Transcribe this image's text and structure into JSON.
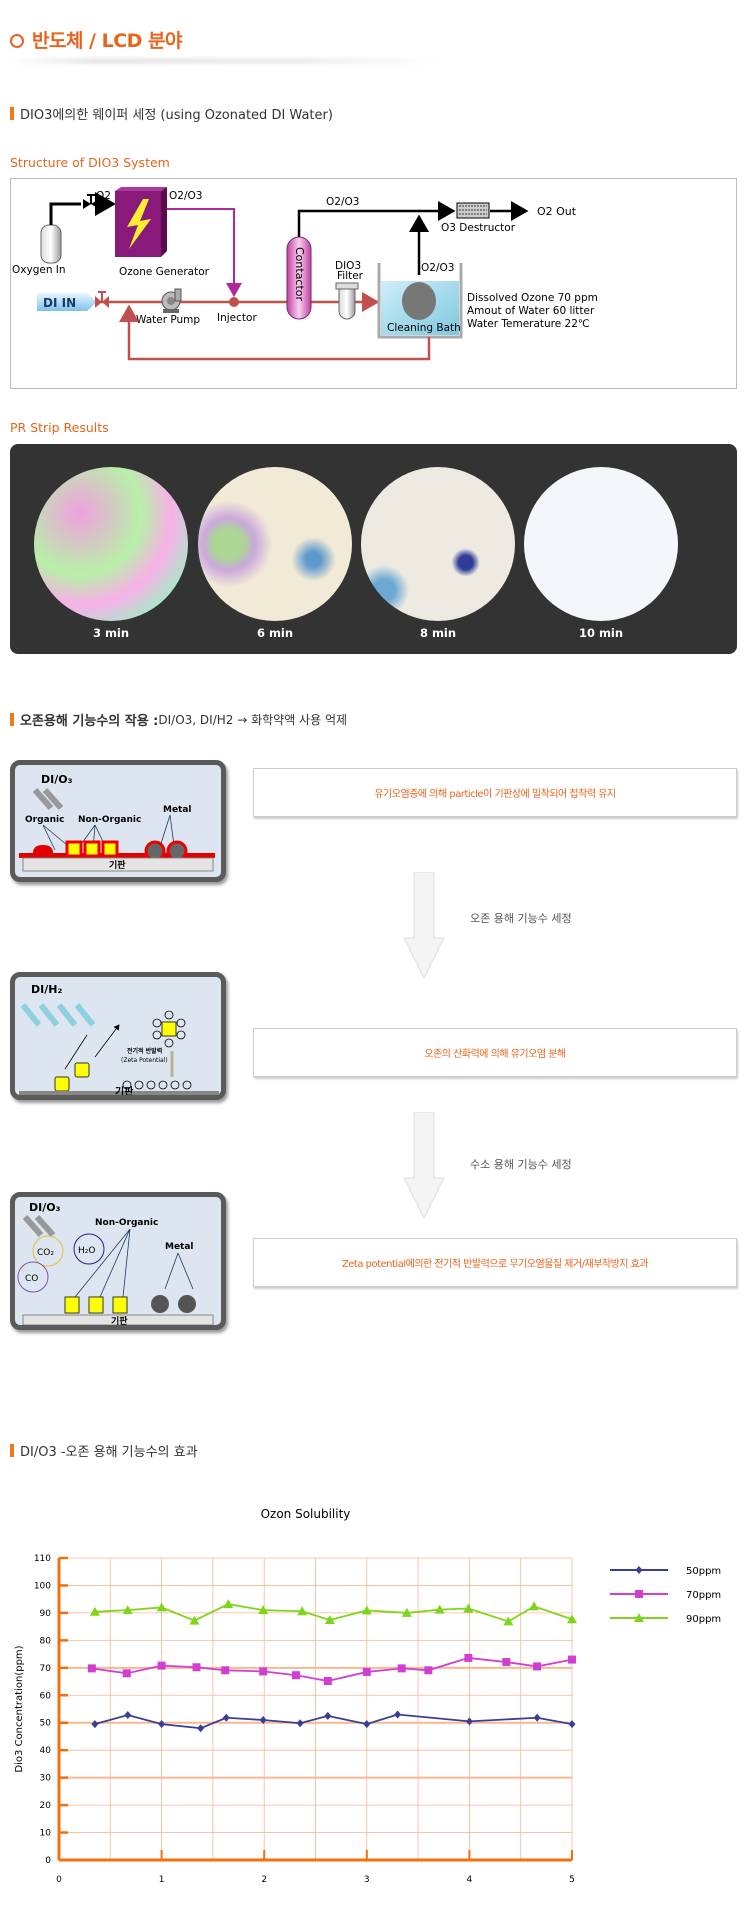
{
  "page_title": "반도체 / LCD 분야",
  "section1": {
    "title": "DIO3에의한 웨이퍼 세정 (using Ozonated DI Water)",
    "structure_title": "Structure of DIO3 System",
    "diagram": {
      "o2": "O2",
      "o2o3_gen": "O2/O3",
      "oxygen_in": "Oxygen In",
      "ozone_generator": "Ozone  Generator",
      "di_in": "DI IN",
      "water_pump": "Water Pump",
      "injector": "Injector",
      "contactor": "Contactor",
      "filter_line1": "DIO3",
      "filter_line2": "Filter",
      "o2o3_top": "O2/O3",
      "o3_destructor": "O3 Destructor",
      "o2_out": "O2 Out",
      "o2o3_bath": "O2/O3",
      "cleaning_bath": "Cleaning Bath",
      "spec1": "Dissolved Ozone 70 ppm",
      "spec2": "Amout of Water  60 litter",
      "spec3": "Water Temerature  22℃"
    },
    "pr_title": "PR Strip Results",
    "pr_results": [
      {
        "label": "3 min"
      },
      {
        "label": "6 min"
      },
      {
        "label": "8 min"
      },
      {
        "label": "10 min"
      }
    ]
  },
  "section2": {
    "title_bold": "오존용해 기능수의 작용 :",
    "title_rest": " DI/O3, DI/H2 → 화학약액 사용 억제",
    "panel1": {
      "agent": "DI/O₃",
      "organic": "Organic",
      "non_organic": "Non-Organic",
      "metal": "Metal",
      "substrate": "기판"
    },
    "panel2": {
      "agent": "DI/H₂",
      "zeta_kr": "전기적 반발력",
      "zeta_en": "(Zeta Potential)",
      "substrate": "기판"
    },
    "panel3": {
      "agent": "DI/O₃",
      "co2": "CO₂",
      "h2o": "H₂O",
      "co": "CO",
      "non_organic": "Non-Organic",
      "metal": "Metal",
      "substrate": "기판"
    },
    "box1": "유기오염층에 의해 particle이 기판상에 밀착되어  접착력 유지",
    "step1": "오존 용해 기능수 세정",
    "box2": "오존의 산화력에 의해 유기오염 분해",
    "step2": "수소 용해  기능수 세정",
    "box3": "Zeta potential에의한 전기적 반발력으로 무기오염물질 제거/재부착방지 효과"
  },
  "section3": {
    "title": "DI/O3 -오존 용해 기능수의 효과"
  },
  "chart_data": {
    "type": "line",
    "title": "Ozon Solubility",
    "xlabel": "",
    "ylabel": "Dio3 Concentration(ppm)",
    "xlim": [
      0,
      5
    ],
    "ylim": [
      0,
      110
    ],
    "xticks": [
      0,
      1,
      2,
      3,
      4,
      5
    ],
    "yticks": [
      0,
      10,
      20,
      30,
      40,
      50,
      60,
      70,
      80,
      90,
      100,
      110
    ],
    "grid": true,
    "legend": "right",
    "series": [
      {
        "name": "50ppm",
        "color": "#3a3f95",
        "marker": "diamond",
        "x": [
          0.35,
          0.67,
          1.0,
          1.38,
          1.63,
          1.99,
          2.35,
          2.62,
          3.0,
          3.3,
          4.0,
          4.66,
          5.0
        ],
        "y": [
          49.5,
          52.8,
          49.5,
          48,
          51.8,
          51,
          49.8,
          52.5,
          49.5,
          53,
          50.5,
          51.8,
          49.5
        ]
      },
      {
        "name": "70ppm",
        "color": "#d03fd0",
        "marker": "square",
        "x": [
          0.32,
          0.66,
          1.0,
          1.34,
          1.62,
          1.99,
          2.31,
          2.62,
          3.0,
          3.34,
          3.6,
          3.99,
          4.36,
          4.66,
          5.0
        ],
        "y": [
          69.8,
          68,
          70.8,
          70.2,
          69.1,
          68.7,
          67.3,
          65.2,
          68.5,
          69.8,
          69.1,
          73.6,
          72.1,
          70.5,
          73
        ]
      },
      {
        "name": "90ppm",
        "color": "#7fd51b",
        "marker": "triangle",
        "x": [
          0.35,
          0.67,
          1.0,
          1.32,
          1.65,
          1.99,
          2.37,
          2.64,
          3.0,
          3.39,
          3.71,
          3.99,
          4.38,
          4.63,
          5.0
        ],
        "y": [
          90.4,
          91,
          92,
          87.2,
          93.2,
          91,
          90.6,
          87.4,
          90.9,
          90,
          91.2,
          91.6,
          86.9,
          92.4,
          87.7
        ]
      }
    ]
  }
}
